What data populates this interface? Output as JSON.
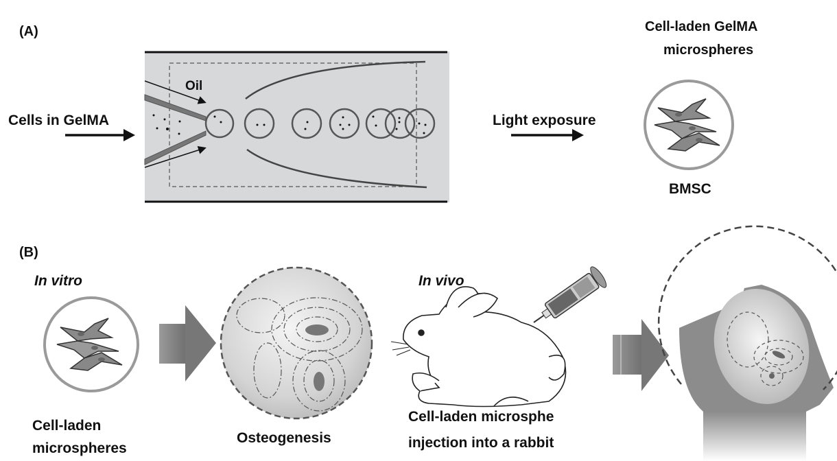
{
  "panel_a": {
    "label": "(A)",
    "inlet_label": "Cells in GelMA",
    "oil_label": "Oil",
    "process_label": "Light exposure",
    "product_title_line1": "Cell-laden GelMA",
    "product_title_line2": "microspheres",
    "cell_label": "BMSC"
  },
  "panel_b": {
    "label": "(B)",
    "in_vitro_label": "In vitro",
    "microsphere_label_line1": "Cell-laden",
    "microsphere_label_line2": "microspheres",
    "osteogenesis_label": "Osteogenesis",
    "in_vivo_label": "In vivo",
    "injection_label_line1": "Cell-laden microsphe",
    "injection_label_line2": "injection into a rabbit"
  },
  "colors": {
    "channel_fill": "#d6d8da",
    "ink": "#111111",
    "arrow_gray": "#7a7a7a",
    "bone_gray": "#8c8c8c"
  }
}
